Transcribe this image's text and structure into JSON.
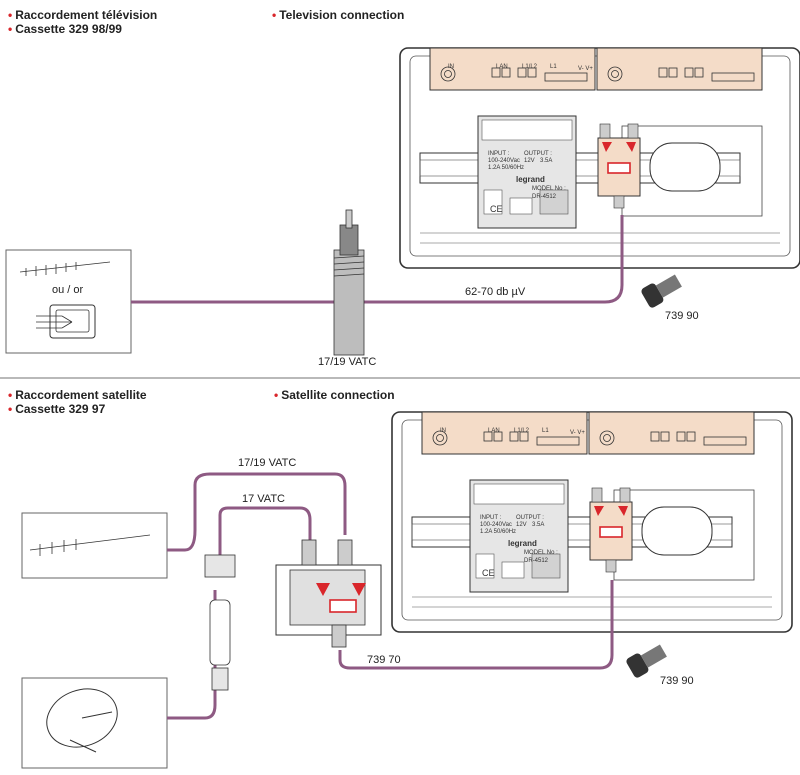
{
  "top_section": {
    "headings_fr": [
      "Raccordement télévision",
      "Cassette 329 98/99"
    ],
    "heading_en": "Television connection",
    "antenna_or": "ou / or",
    "signal_level": "62-70 db µV",
    "cable_label": "17/19  VATC",
    "terminator_ref": "739 90"
  },
  "bottom_section": {
    "headings_fr": [
      "Raccordement satellite",
      "Cassette 329 97"
    ],
    "heading_en": "Satellite connection",
    "cable_upper": "17/19 VATC",
    "cable_lower": "17 VATC",
    "splitter_ref": "739 70",
    "terminator_ref": "739 90"
  },
  "panel": {
    "ports": [
      "IN",
      "LAN",
      "L1/L2",
      "L1",
      "V- V+"
    ],
    "psu_brand": "legrand",
    "psu_model": [
      "MODEL No :",
      "DR-4512"
    ],
    "psu_input": [
      "INPUT :",
      "100-240Vac",
      "1.2A  50/60Hz"
    ],
    "psu_output": [
      "OUTPUT :",
      "12V",
      "3.5A"
    ],
    "psu_ce": "CE"
  },
  "colors": {
    "accent": "#d9262b",
    "cable": "#8e5a83",
    "panel_fill": "#f4dcc8",
    "line": "#333333"
  }
}
